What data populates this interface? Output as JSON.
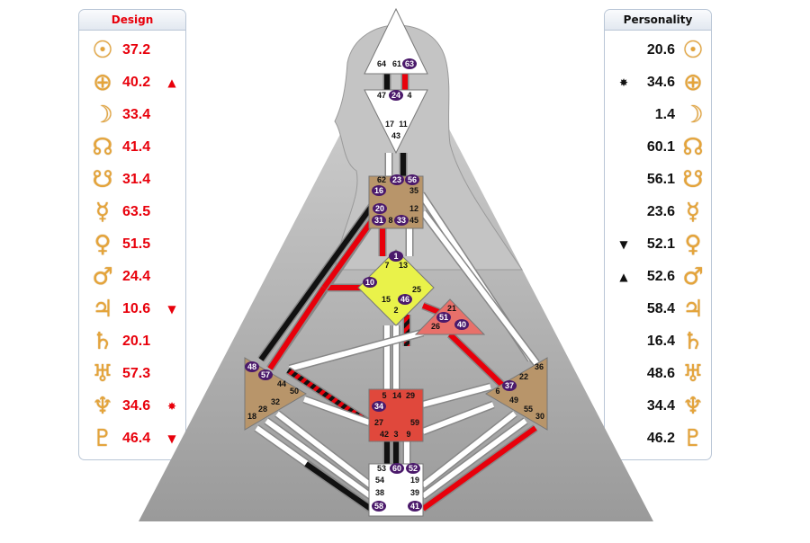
{
  "design": {
    "title": "Design",
    "rows": [
      {
        "icon": "sun-icon",
        "glyph": "☉",
        "value": "37.2",
        "mark": ""
      },
      {
        "icon": "earth-icon",
        "glyph": "⊕",
        "value": "40.2",
        "mark": "▲"
      },
      {
        "icon": "moon-icon",
        "glyph": "☽",
        "value": "33.4",
        "mark": ""
      },
      {
        "icon": "north-node-icon",
        "glyph": "☊",
        "value": "41.4",
        "mark": ""
      },
      {
        "icon": "south-node-icon",
        "glyph": "☋",
        "value": "31.4",
        "mark": ""
      },
      {
        "icon": "mercury-icon",
        "glyph": "☿",
        "value": "63.5",
        "mark": ""
      },
      {
        "icon": "venus-icon",
        "glyph": "♀",
        "value": "51.5",
        "mark": ""
      },
      {
        "icon": "mars-icon",
        "glyph": "♂",
        "value": "24.4",
        "mark": ""
      },
      {
        "icon": "jupiter-icon",
        "glyph": "♃",
        "value": "10.6",
        "mark": "▼"
      },
      {
        "icon": "saturn-icon",
        "glyph": "♄",
        "value": "20.1",
        "mark": ""
      },
      {
        "icon": "uranus-icon",
        "glyph": "♅",
        "value": "57.3",
        "mark": ""
      },
      {
        "icon": "neptune-icon",
        "glyph": "♆",
        "value": "34.6",
        "mark": "✸"
      },
      {
        "icon": "pluto-icon",
        "glyph": "♇",
        "value": "46.4",
        "mark": "▼"
      }
    ]
  },
  "personality": {
    "title": "Personality",
    "rows": [
      {
        "icon": "sun-icon",
        "glyph": "☉",
        "value": "20.6",
        "mark": ""
      },
      {
        "icon": "earth-icon",
        "glyph": "⊕",
        "value": "34.6",
        "mark": "✸"
      },
      {
        "icon": "moon-icon",
        "glyph": "☽",
        "value": "1.4",
        "mark": ""
      },
      {
        "icon": "north-node-icon",
        "glyph": "☊",
        "value": "60.1",
        "mark": ""
      },
      {
        "icon": "south-node-icon",
        "glyph": "☋",
        "value": "56.1",
        "mark": ""
      },
      {
        "icon": "mercury-icon",
        "glyph": "☿",
        "value": "23.6",
        "mark": ""
      },
      {
        "icon": "venus-icon",
        "glyph": "♀",
        "value": "52.1",
        "mark": "▼"
      },
      {
        "icon": "mars-icon",
        "glyph": "♂",
        "value": "52.6",
        "mark": "▲"
      },
      {
        "icon": "jupiter-icon",
        "glyph": "♃",
        "value": "58.4",
        "mark": ""
      },
      {
        "icon": "saturn-icon",
        "glyph": "♄",
        "value": "16.4",
        "mark": ""
      },
      {
        "icon": "uranus-icon",
        "glyph": "♅",
        "value": "48.6",
        "mark": ""
      },
      {
        "icon": "neptune-icon",
        "glyph": "♆",
        "value": "34.4",
        "mark": ""
      },
      {
        "icon": "pluto-icon",
        "glyph": "♇",
        "value": "46.2",
        "mark": ""
      }
    ]
  },
  "colors": {
    "design_red": "#e8000b",
    "personality_black": "#111111",
    "planet_gold": "#e5a43a",
    "gate_purple": "#4b1a6b",
    "head_center": "#ffffff",
    "ajna_center": "#b8956a",
    "throat_center": "#b8956a",
    "g_center": "#e9f24a",
    "heart_center": "#e8706a",
    "spleen_center": "#b8956a",
    "sacral_center": "#e0483c",
    "solar_plexus_center": "#b8956a",
    "root_center": "#ffffff"
  },
  "centers": [
    {
      "id": "head",
      "gates": [
        "64",
        "61",
        "63"
      ],
      "active": [
        "63"
      ]
    },
    {
      "id": "ajna",
      "gates": [
        "47",
        "24",
        "4",
        "17",
        "11",
        "43"
      ],
      "active": [
        "24"
      ]
    },
    {
      "id": "throat",
      "gates": [
        "62",
        "23",
        "56",
        "16",
        "35",
        "20",
        "12",
        "31",
        "8",
        "33",
        "45"
      ],
      "active": [
        "23",
        "56",
        "16",
        "20",
        "31",
        "33"
      ]
    },
    {
      "id": "g",
      "gates": [
        "1",
        "7",
        "13",
        "10",
        "15",
        "46",
        "25",
        "2"
      ],
      "active": [
        "1",
        "10",
        "46"
      ]
    },
    {
      "id": "heart",
      "gates": [
        "21",
        "51",
        "26",
        "40"
      ],
      "active": [
        "51",
        "40"
      ]
    },
    {
      "id": "spleen",
      "gates": [
        "48",
        "57",
        "44",
        "50",
        "32",
        "28",
        "18"
      ],
      "active": [
        "48",
        "57"
      ]
    },
    {
      "id": "sacral",
      "gates": [
        "5",
        "14",
        "29",
        "34",
        "27",
        "59",
        "42",
        "3",
        "9"
      ],
      "active": [
        "34"
      ]
    },
    {
      "id": "solar_plexus",
      "gates": [
        "36",
        "22",
        "37",
        "6",
        "49",
        "55",
        "30"
      ],
      "active": [
        "37"
      ]
    },
    {
      "id": "root",
      "gates": [
        "53",
        "60",
        "52",
        "54",
        "19",
        "38",
        "39",
        "58",
        "41"
      ],
      "active": [
        "60",
        "52",
        "58",
        "41"
      ]
    }
  ]
}
